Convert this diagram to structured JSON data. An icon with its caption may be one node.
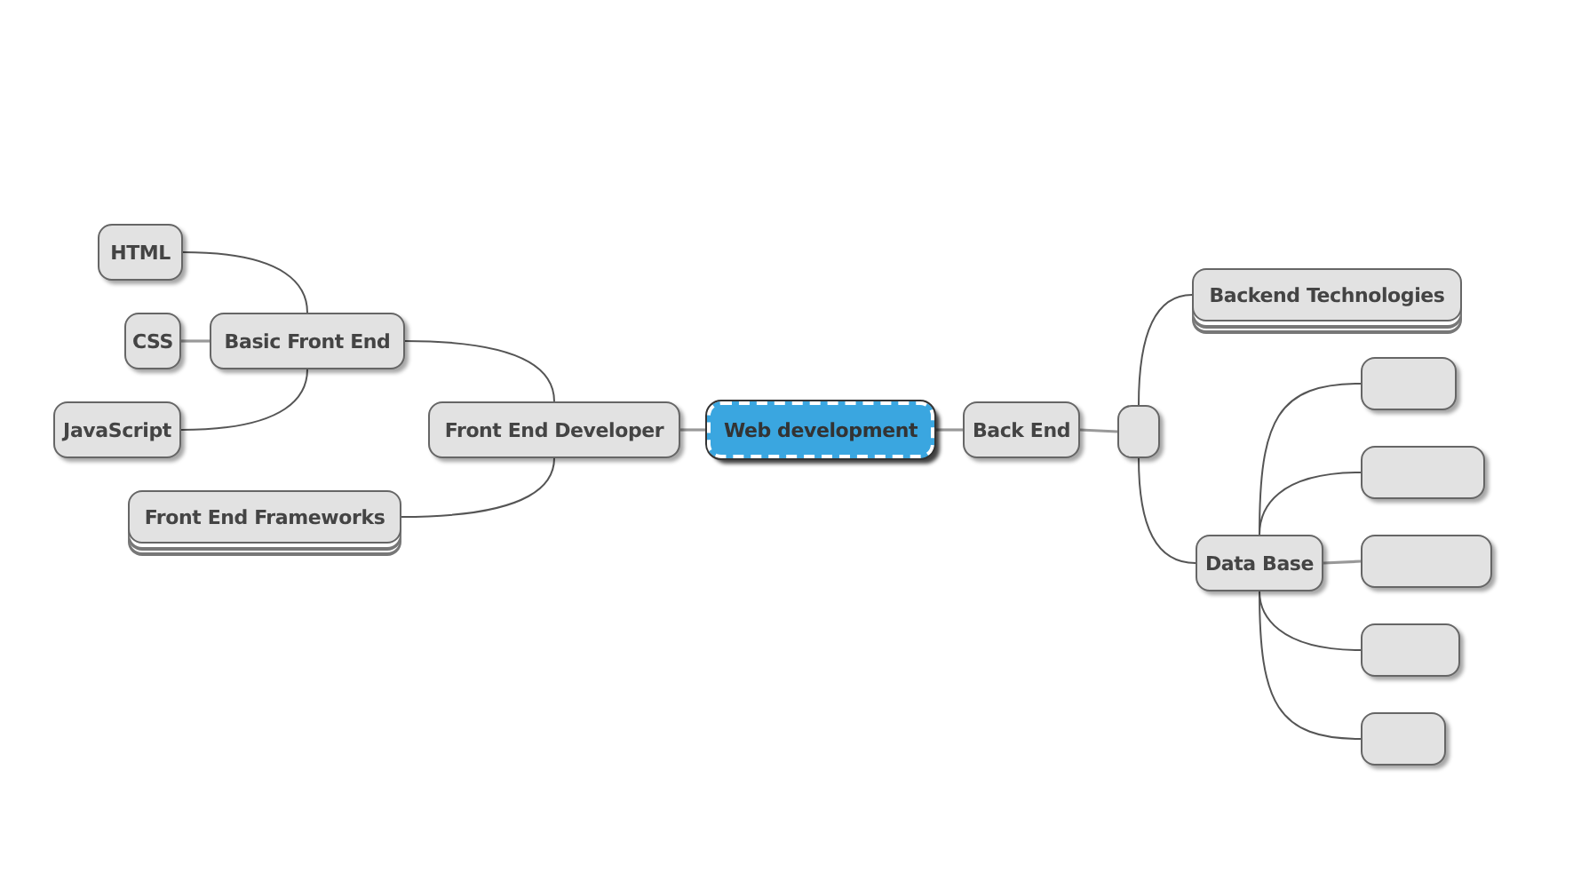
{
  "diagram": {
    "nodes": [
      {
        "text": [
          "Web development"
        ]
      },
      {
        "text": [
          "Front End Developer"
        ]
      },
      {
        "text": [
          "Basic Front End"
        ]
      },
      {
        "text": [
          "HTML"
        ]
      },
      {
        "text": [
          "CSS"
        ]
      },
      {
        "text": [
          "JavaScript"
        ]
      },
      {
        "text": [
          "Front End Frameworks"
        ]
      },
      {
        "text": [
          "Back End"
        ]
      },
      {
        "text": [],
        "shape": "box"
      },
      {
        "text": [
          "Backend Technologies"
        ]
      },
      {
        "text": [
          "Data Base"
        ]
      },
      {
        "text": [],
        "shape": "box"
      },
      {
        "text": [],
        "shape": "box"
      },
      {
        "text": [],
        "shape": "box"
      },
      {
        "text": [],
        "shape": "box"
      },
      {
        "text": [],
        "shape": "box"
      }
    ],
    "edges": [
      {
        "from": 0,
        "to": 1,
        "arrow": "none"
      },
      {
        "from": 1,
        "to": 2,
        "arrow": "none"
      },
      {
        "from": 2,
        "to": 3,
        "arrow": "none"
      },
      {
        "from": 2,
        "to": 4,
        "arrow": "none"
      },
      {
        "from": 2,
        "to": 5,
        "arrow": "none"
      },
      {
        "from": 1,
        "to": 6,
        "arrow": "none"
      },
      {
        "from": 0,
        "to": 7,
        "arrow": "none"
      },
      {
        "from": 7,
        "to": 8,
        "arrow": "none"
      },
      {
        "from": 8,
        "to": 9,
        "arrow": "none"
      },
      {
        "from": 8,
        "to": 10,
        "arrow": "none"
      },
      {
        "from": 10,
        "to": 11,
        "arrow": "none"
      },
      {
        "from": 10,
        "to": 12,
        "arrow": "none"
      },
      {
        "from": 10,
        "to": 13,
        "arrow": "none"
      },
      {
        "from": 10,
        "to": 14,
        "arrow": "none"
      },
      {
        "from": 10,
        "to": 15,
        "arrow": "none"
      }
    ]
  }
}
